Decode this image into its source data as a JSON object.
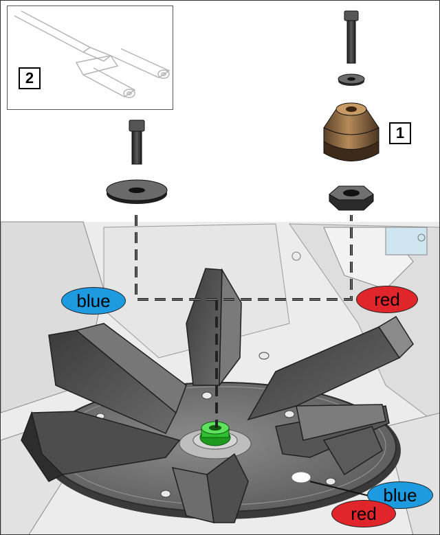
{
  "callouts": {
    "one": "1",
    "two": "2"
  },
  "labels": {
    "blue_left": "blue",
    "red_right": "red",
    "blue_bottom": "blue",
    "red_bottom": "red"
  },
  "colors": {
    "blue": "#1e9be0",
    "red": "#e0262b",
    "green_part": "#2fbf2f",
    "bronze": "#8a6a45",
    "dashed_line": "#222222"
  },
  "parts": [
    "hex-bolt-long",
    "small-washer",
    "rubber-buffer",
    "hex-bolt-short",
    "large-washer",
    "hex-nut",
    "double-sleeve-part",
    "spinner-disc-with-vanes"
  ]
}
